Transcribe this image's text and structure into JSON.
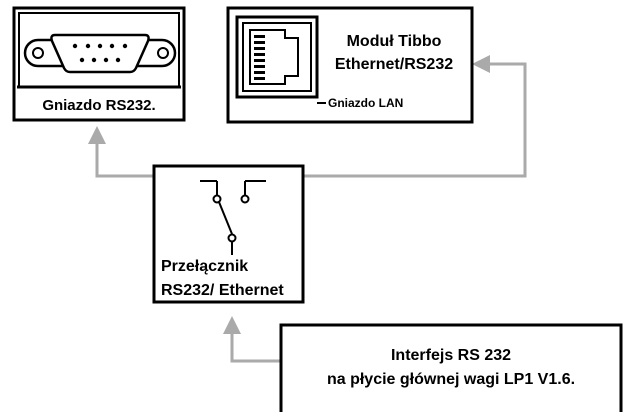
{
  "rs232_socket": {
    "label": "Gniazdo RS232."
  },
  "tibbo_module": {
    "title_line1": "Moduł Tibbo",
    "title_line2": "Ethernet/RS232",
    "lan_label": "Gniazdo LAN"
  },
  "switch_box": {
    "label_line1": "Przełącznik",
    "label_line2": "RS232/ Ethernet"
  },
  "interface_box": {
    "line1": "Interfejs RS 232",
    "line2": "na płycie głównej wagi LP1 V1.6."
  },
  "colors": {
    "connector": "#aaaaaa",
    "outline": "#000000",
    "background": "#ffffff"
  }
}
